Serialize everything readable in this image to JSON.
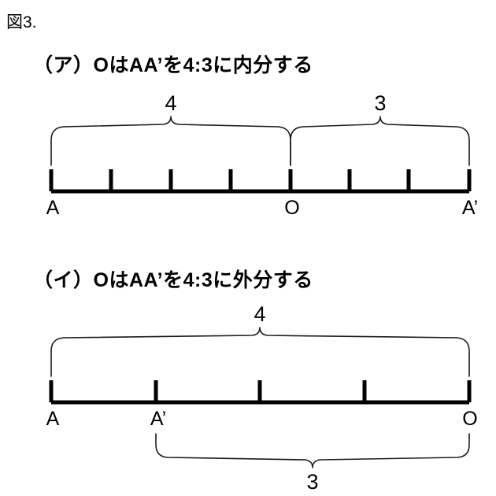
{
  "figure": {
    "title": "図3."
  },
  "sections": [
    {
      "id": "a",
      "heading": "（ア）OはAA’を4:3に内分する",
      "diagram": {
        "segments": 7,
        "tick_count": 8,
        "ratio_labels": [
          "4",
          "3"
        ],
        "point_labels": {
          "left": "A",
          "middle": "O",
          "right": "A’"
        },
        "brace_4_span_ticks": [
          0,
          4
        ],
        "brace_3_span_ticks": [
          4,
          7
        ],
        "brace_direction": "up",
        "division_type": "internal"
      }
    },
    {
      "id": "b",
      "heading": "（イ）OはAA’を4:3に外分する",
      "diagram": {
        "segments": 4,
        "tick_count": 5,
        "ratio_labels": [
          "4",
          "3"
        ],
        "point_labels": {
          "left": "A",
          "middle": "A’",
          "right": "O"
        },
        "brace_4_span_ticks": [
          0,
          4
        ],
        "brace_4_direction": "up",
        "brace_3_span_ticks": [
          1,
          4
        ],
        "brace_3_direction": "down",
        "division_type": "external"
      }
    }
  ],
  "colors": {
    "ink": "#000000",
    "brace": "#1a1a1a",
    "background": "#ffffff"
  }
}
